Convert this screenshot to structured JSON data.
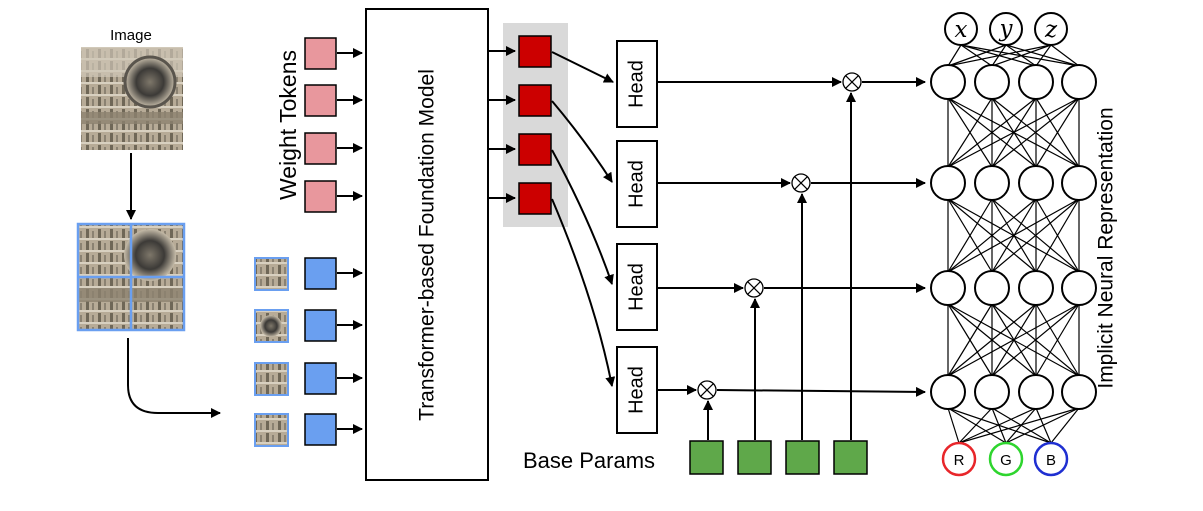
{
  "labels": {
    "image": "Image",
    "weight_tokens": "Weight Tokens",
    "foundation_model": "Transformer-based Foundation Model",
    "head": "Head",
    "base_params": "Base Params",
    "inr": "Implicit Neural Representation"
  },
  "inputs": [
    "x",
    "y",
    "z"
  ],
  "outputs": [
    {
      "label": "R",
      "color": "#e8262a"
    },
    {
      "label": "G",
      "color": "#2ed52e"
    },
    {
      "label": "B",
      "color": "#1f2fd1"
    }
  ],
  "colors": {
    "weight_token": "#e8979d",
    "patch_token": "#6a9ff0",
    "head_output_token": "#cc0000",
    "base_param": "#5fa84a",
    "token_group_highlight": "#d9d9d9",
    "patch_grid": "#6a9ff0"
  },
  "icons": [
    "multiply-circle-icon",
    "arrow-icon"
  ]
}
